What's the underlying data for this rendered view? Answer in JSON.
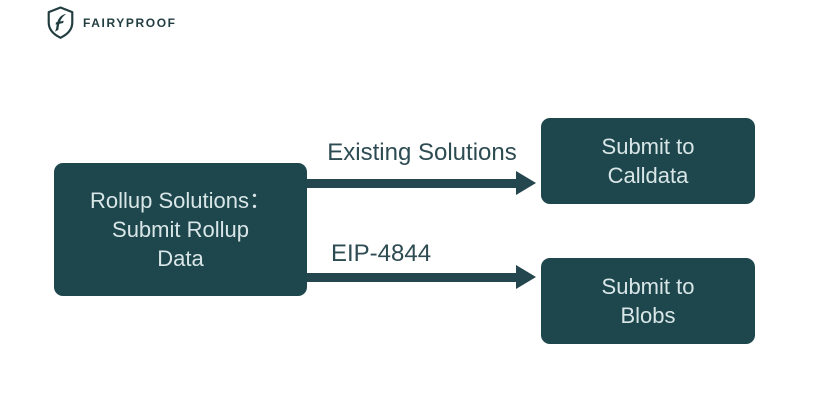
{
  "brand": {
    "name": "FAIRYPROOF",
    "logo_icon": "shield-f-logo"
  },
  "diagram": {
    "type": "flowchart",
    "nodes": {
      "rollup": {
        "label": "Rollup Solutions：\nSubmit Rollup\nData"
      },
      "calldata": {
        "label": "Submit to\nCalldata"
      },
      "blobs": {
        "label": "Submit to\nBlobs"
      }
    },
    "edges": {
      "existing": {
        "from": "rollup",
        "to": "calldata",
        "label": "Existing Solutions"
      },
      "eip4844": {
        "from": "rollup",
        "to": "blobs",
        "label": "EIP-4844"
      }
    },
    "colors": {
      "node_fill": "#1d474d",
      "node_text": "#d9e6e7",
      "arrow": "#24464e",
      "label": "#2d4b52",
      "brand": "#223d40",
      "bg": "#ffffff"
    }
  }
}
